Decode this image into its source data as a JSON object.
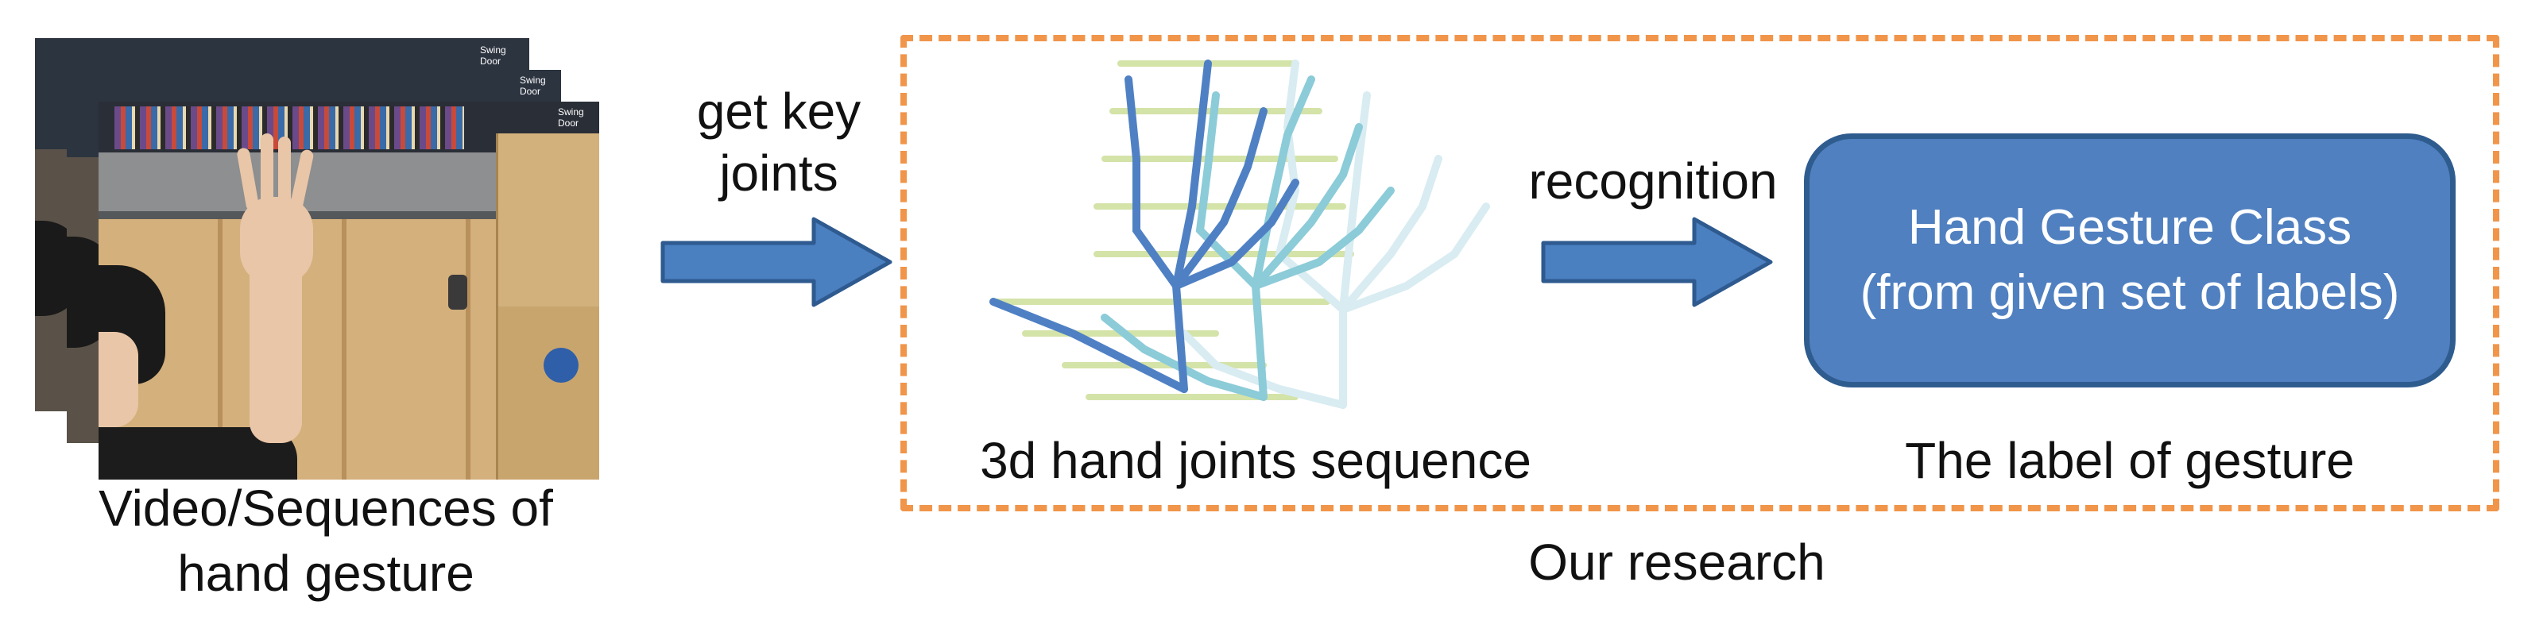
{
  "diagram": {
    "input_caption_line1": "Video/Sequences of",
    "input_caption_line2": "hand gesture",
    "frame_sign_text": "Swing Door",
    "arrow1_label_line1": "get key",
    "arrow1_label_line2": "joints",
    "joints_caption": "3d hand joints sequence",
    "arrow2_label": "recognition",
    "class_box_line1": "Hand Gesture Class",
    "class_box_line2": "(from given set of labels)",
    "label_caption": "The label of gesture",
    "region_caption": "Our research"
  },
  "colors": {
    "arrow_fill": "#4a7fc0",
    "arrow_stroke": "#2e5a8f",
    "dashed_border": "#f0954a",
    "class_box_fill": "#5080c0",
    "skeleton_dark": "#4f80c4",
    "skeleton_mid": "#8ccbd8",
    "skeleton_light": "#d8ecf2",
    "skeleton_bones": "#d4e3a8"
  }
}
